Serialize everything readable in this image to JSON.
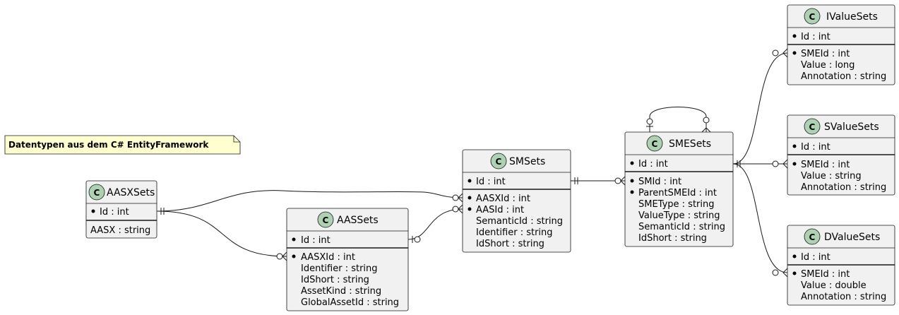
{
  "note": {
    "text": "Datentypen aus dem C# EntityFramework"
  },
  "entities": {
    "aasx": {
      "name": "AASXSets",
      "key": "Id : int",
      "attrs": [
        "AASX : string"
      ]
    },
    "aas": {
      "name": "AASSets",
      "key": "Id : int",
      "attrs": [
        "AASXId : int",
        "Identifier : string",
        "IdShort : string",
        "AssetKind : string",
        "GlobalAssetId : string"
      ]
    },
    "sm": {
      "name": "SMSets",
      "key": "Id : int",
      "attrs": [
        "AASXId : int",
        "AASId : int",
        "SemanticId : string",
        "Identifier : string",
        "IdShort : string"
      ]
    },
    "sme": {
      "name": "SMESets",
      "key": "Id : int",
      "attrs": [
        "SMId : int",
        "ParentSMEId : int",
        "SMEType : string",
        "ValueType : string",
        "SemanticId : string",
        "IdShort : string"
      ]
    },
    "ivalue": {
      "name": "IValueSets",
      "key": "Id : int",
      "attrs": [
        "SMEId : int",
        "Value : long",
        "Annotation : string"
      ]
    },
    "svalue": {
      "name": "SValueSets",
      "key": "Id : int",
      "attrs": [
        "SMEId : int",
        "Value : string",
        "Annotation : string"
      ]
    },
    "dvalue": {
      "name": "DValueSets",
      "key": "Id : int",
      "attrs": [
        "SMEId : int",
        "Value : double",
        "Annotation : string"
      ]
    }
  },
  "class_badge": "C",
  "colors": {
    "box_fill": "#f1f1f1",
    "box_stroke": "#181818",
    "badge_fill": "#add1b2",
    "note_fill": "#fefece"
  }
}
